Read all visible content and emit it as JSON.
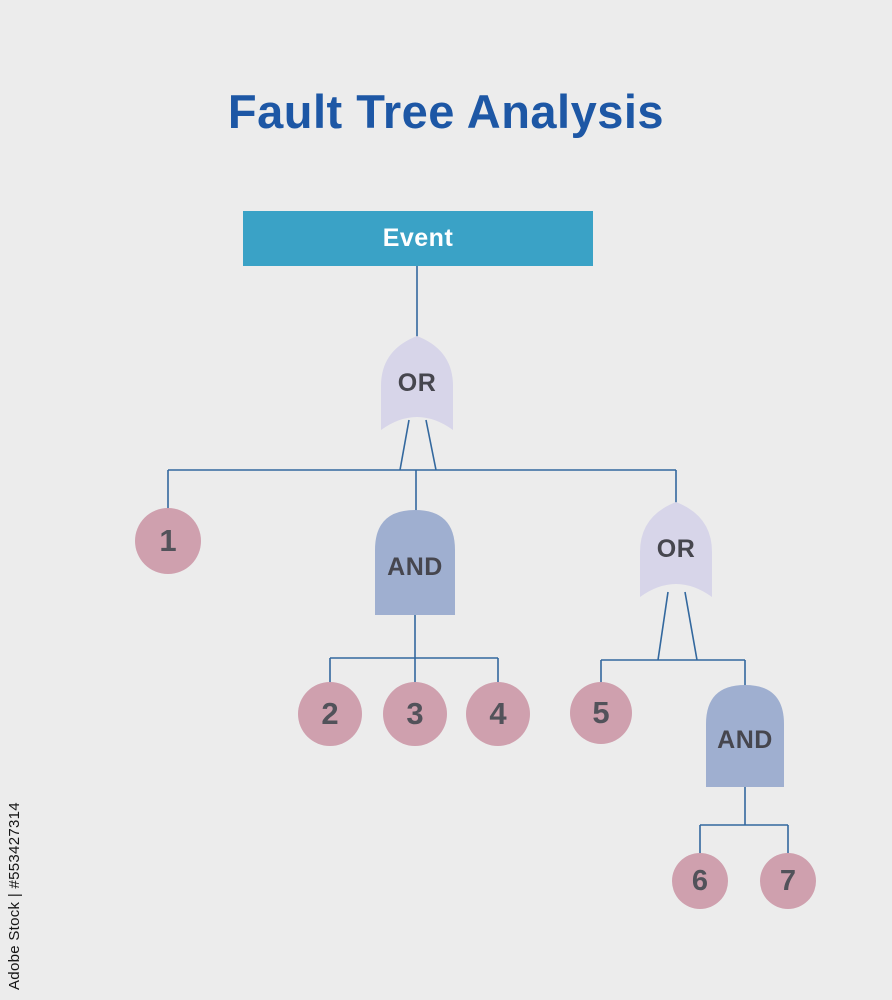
{
  "title": "Fault Tree Analysis",
  "watermark": "Adobe Stock | #553427314",
  "colors": {
    "background": "#ececec",
    "title": "#1d57a5",
    "event_box": "#3aa2c6",
    "or_gate": "#d7d5e9",
    "and_gate": "#9fafd0",
    "basic_event_circle": "#cfa0ae",
    "connector": "#33689e",
    "gate_label": "#46464e",
    "number_label": "#52525a"
  },
  "nodes": {
    "event": {
      "label": "Event",
      "type": "top-event"
    },
    "or1": {
      "label": "OR",
      "type": "or-gate"
    },
    "and1": {
      "label": "AND",
      "type": "and-gate"
    },
    "or2": {
      "label": "OR",
      "type": "or-gate"
    },
    "and2": {
      "label": "AND",
      "type": "and-gate"
    },
    "b1": {
      "label": "1"
    },
    "b2": {
      "label": "2"
    },
    "b3": {
      "label": "3"
    },
    "b4": {
      "label": "4"
    },
    "b5": {
      "label": "5"
    },
    "b6": {
      "label": "6"
    },
    "b7": {
      "label": "7"
    }
  },
  "structure": {
    "top": "Event",
    "tree": {
      "gate": "OR",
      "children": [
        "1",
        {
          "gate": "AND",
          "children": [
            "2",
            "3",
            "4"
          ]
        },
        {
          "gate": "OR",
          "children": [
            "5",
            {
              "gate": "AND",
              "children": [
                "6",
                "7"
              ]
            }
          ]
        }
      ]
    }
  }
}
